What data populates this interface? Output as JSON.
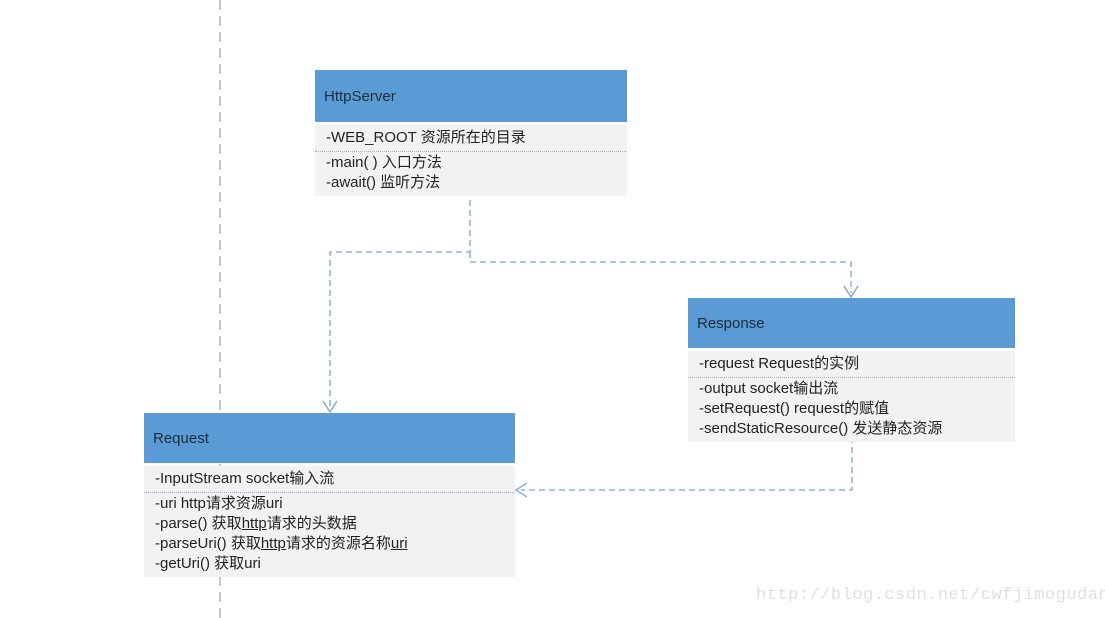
{
  "diagram": {
    "classes": [
      {
        "id": "httpserver",
        "name": "HttpServer",
        "attributes": [
          [
            {
              "t": "-WEB_ROOT 资源所在的目录",
              "u": false
            }
          ]
        ],
        "methods": [
          [
            {
              "t": "-main( ) 入口方法",
              "u": false
            }
          ],
          [
            {
              "t": "-await() 监听方法",
              "u": false
            }
          ]
        ]
      },
      {
        "id": "response",
        "name": "Response",
        "attributes": [
          [
            {
              "t": "-request Request的实例",
              "u": false
            }
          ]
        ],
        "methods": [
          [
            {
              "t": "-output socket输出流",
              "u": false
            }
          ],
          [
            {
              "t": "-setRequest() request的赋值",
              "u": false
            }
          ],
          [
            {
              "t": "-sendStaticResource() 发送静态资源",
              "u": false
            }
          ]
        ]
      },
      {
        "id": "request",
        "name": "Request",
        "attributes": [
          [
            {
              "t": "-InputStream socket输入流",
              "u": false
            }
          ]
        ],
        "methods": [
          [
            {
              "t": "-uri http请求资源uri",
              "u": false
            }
          ],
          [
            {
              "t": "-parse() 获取",
              "u": false
            },
            {
              "t": "http",
              "u": true
            },
            {
              "t": "请求的头数据",
              "u": false
            }
          ],
          [
            {
              "t": "-parseUri() 获取",
              "u": false
            },
            {
              "t": "http",
              "u": true
            },
            {
              "t": "请求的资源名称",
              "u": false
            },
            {
              "t": "uri",
              "u": true
            }
          ],
          [
            {
              "t": "-getUri() 获取uri",
              "u": false
            }
          ]
        ]
      }
    ],
    "relations": [
      {
        "from": "HttpServer",
        "to": "Request",
        "style": "dashed-open-arrow"
      },
      {
        "from": "HttpServer",
        "to": "Response",
        "style": "dashed-open-arrow"
      },
      {
        "from": "Response",
        "to": "Request",
        "style": "dashed-open-arrow"
      }
    ]
  },
  "watermark": {
    "text": "http://blog.csdn.net/cwfjimogudan"
  },
  "colors": {
    "header_blue": "#5B9BD5",
    "header_text": "#1E2B39",
    "body_bg": "#F2F2F2",
    "body_text": "#222222",
    "separator_blue": "#8FB5D6",
    "connector_blue": "#7AA5C7",
    "lifeline_gray": "#ABABAB",
    "watermark_gray": "#DFDFDF"
  }
}
